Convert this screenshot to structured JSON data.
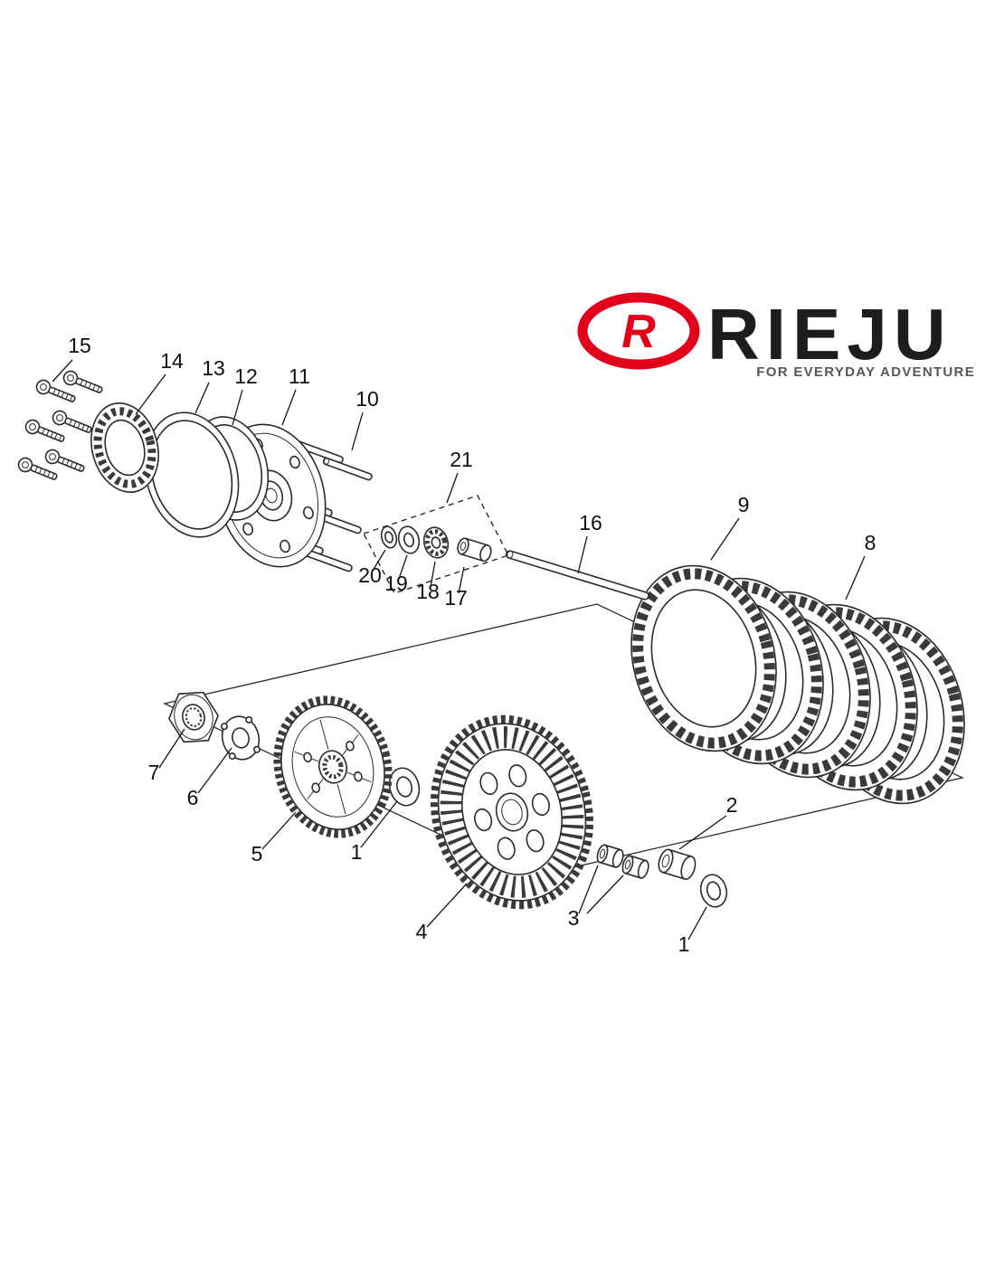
{
  "logo": {
    "monogram": "R",
    "brand": "RIEJU",
    "tagline": "FOR EVERYDAY ADVENTURE",
    "brand_color": "#e2001a",
    "text_color": "#1d1d1b",
    "tagline_color": "#575756"
  },
  "diagram": {
    "line_color": "#2b2b2b",
    "labels": [
      {
        "text": "15"
      },
      {
        "text": "14"
      },
      {
        "text": "13"
      },
      {
        "text": "12"
      },
      {
        "text": "11"
      },
      {
        "text": "10"
      },
      {
        "text": "21"
      },
      {
        "text": "20"
      },
      {
        "text": "19"
      },
      {
        "text": "18"
      },
      {
        "text": "17"
      },
      {
        "text": "16"
      },
      {
        "text": "9"
      },
      {
        "text": "8"
      },
      {
        "text": "7"
      },
      {
        "text": "6"
      },
      {
        "text": "5"
      },
      {
        "text": "1"
      },
      {
        "text": "4"
      },
      {
        "text": "3"
      },
      {
        "text": "2"
      },
      {
        "text": "1"
      }
    ]
  }
}
